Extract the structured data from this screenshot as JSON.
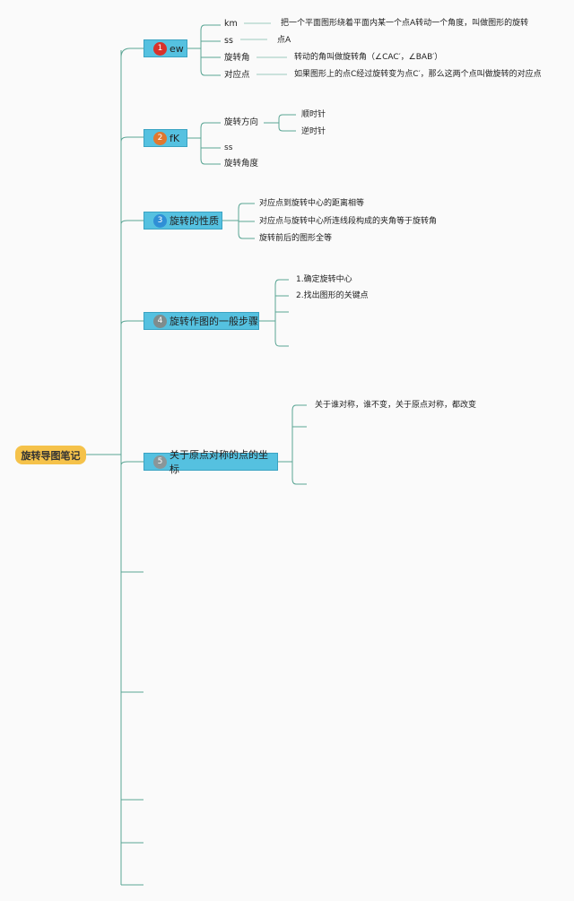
{
  "root": {
    "label": "旋转导图笔记"
  },
  "colors": {
    "connector": "#5aa594",
    "root_fill": "#f5c24a",
    "topic_fill": "#55c1e0"
  },
  "topics": [
    {
      "number": "1",
      "number_color": "#d8312a",
      "label": "ew",
      "children": [
        {
          "label": "km",
          "detail": "把一个平面图形绕着平面内某一个点A转动一个角度，叫做图形的旋转"
        },
        {
          "label": "ss",
          "detail": "点A"
        },
        {
          "label": "旋转角",
          "detail": "转动的角叫做旋转角（∠CAC′，∠BAB′）"
        },
        {
          "label": "对应点",
          "detail": "如果图形上的点C经过旋转变为点C′，那么这两个点叫做旋转的对应点"
        }
      ]
    },
    {
      "number": "2",
      "number_color": "#e0772e",
      "label": "fK",
      "children": [
        {
          "label": "旋转方向",
          "sub": [
            "顺时针",
            "逆时针"
          ]
        },
        {
          "label": "ss"
        },
        {
          "label": "旋转角度"
        }
      ]
    },
    {
      "number": "3",
      "number_color": "#2f8fd6",
      "label": "旋转的性质",
      "children": [
        {
          "label": "对应点到旋转中心的距离相等"
        },
        {
          "label": "对应点与旋转中心所连线段构成的夹角等于旋转角"
        },
        {
          "label": "旋转前后的图形全等"
        }
      ]
    },
    {
      "number": "4",
      "number_color": "#7f8c8d",
      "label": "旋转作图的一般步骤",
      "children": [
        {
          "label": "1.确定旋转中心"
        },
        {
          "label": "2.找出图形的关键点"
        },
        {
          "label": ""
        },
        {
          "label": ""
        }
      ]
    },
    {
      "number": "5",
      "number_color": "#8a9699",
      "label": "关于原点对称的点的坐标",
      "children": [
        {
          "label": "关于谁对称，谁不变，关于原点对称，都改变"
        },
        {
          "label": ""
        },
        {
          "label": ""
        }
      ]
    }
  ]
}
